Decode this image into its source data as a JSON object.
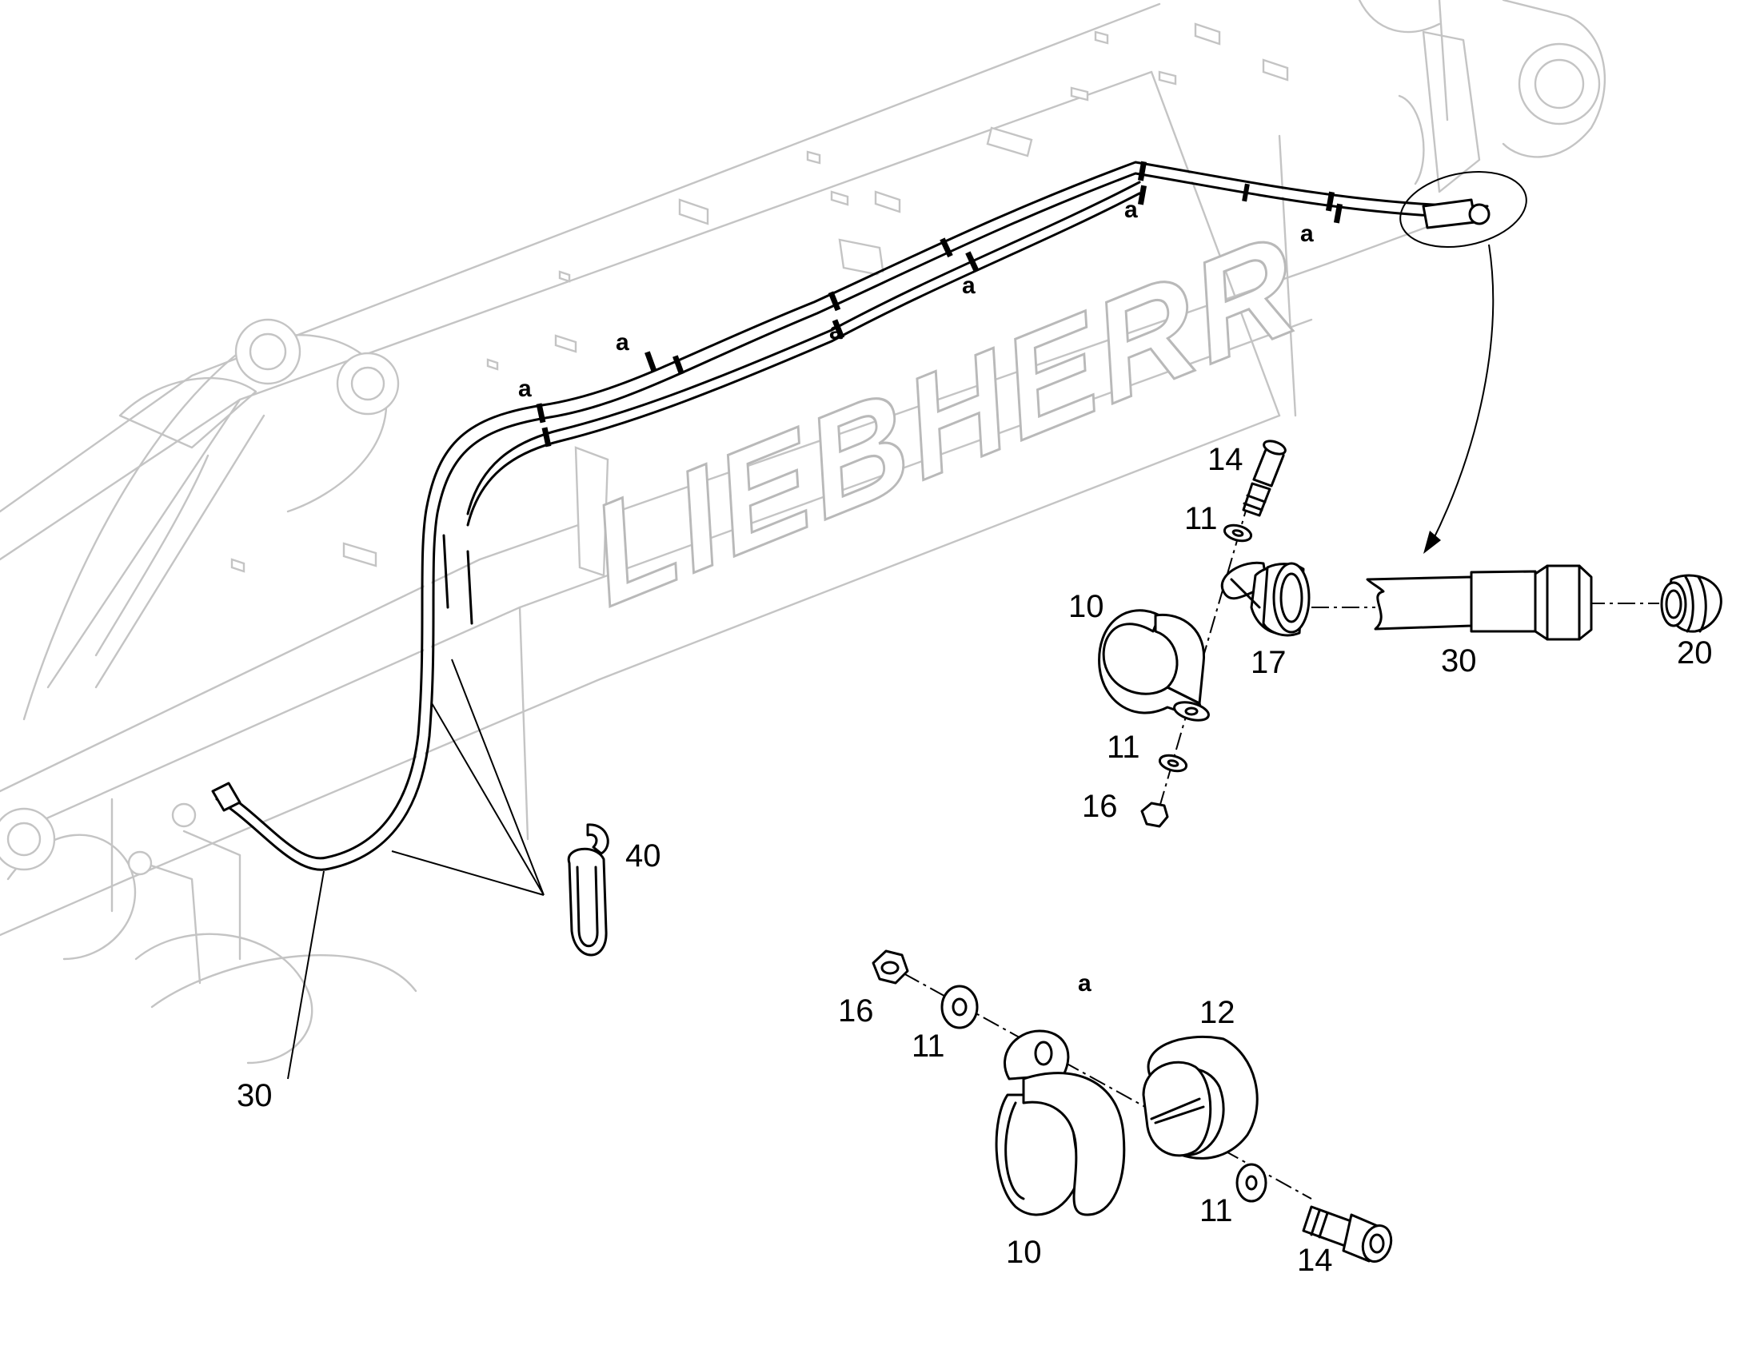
{
  "brand": "LIEBHERR",
  "callouts": {
    "hose_top": "30",
    "hose_bottom": "30",
    "tie_40": "40",
    "bolt_top": "14",
    "washer_top_a": "11",
    "clip_10_top": "10",
    "holder_17": "17",
    "washer_top_b": "11",
    "nut_top": "16",
    "plug_20": "20",
    "clamp_set_a": "a",
    "nut_bottom": "16",
    "washer_bottom_a": "11",
    "holder_12": "12",
    "clip_10_bottom": "10",
    "washer_bottom_b": "11",
    "bolt_bottom": "14"
  },
  "clip_positions": [
    "a",
    "a",
    "a",
    "a",
    "a",
    "a",
    "a"
  ],
  "colors": {
    "line": "#000000",
    "ghost": "#c4c4c4",
    "background": "#ffffff"
  }
}
